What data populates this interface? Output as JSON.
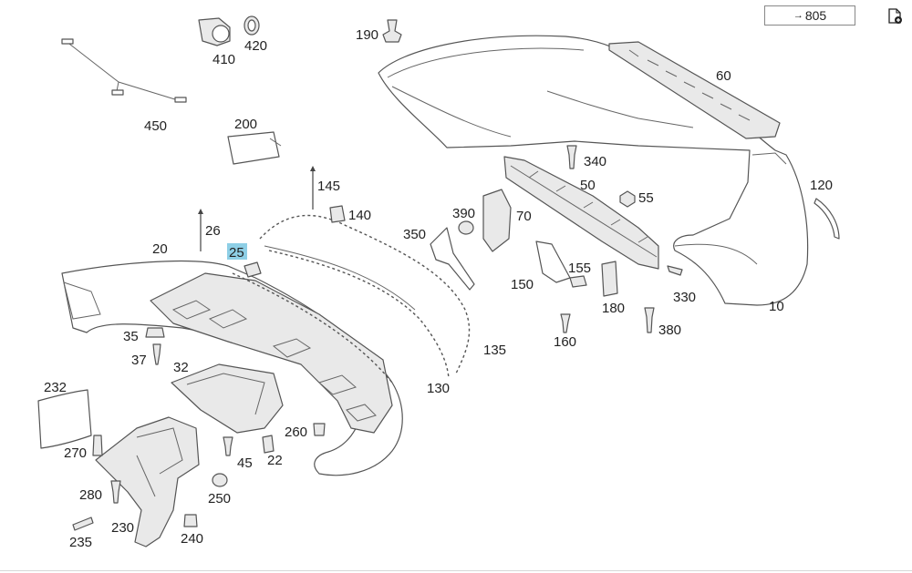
{
  "reference": {
    "arrow": "→",
    "value": "805"
  },
  "icons": {
    "add_doc": "document-add-icon"
  },
  "highlighted_label": "25",
  "labels": {
    "l10": "10",
    "l20": "20",
    "l22": "22",
    "l25": "25",
    "l26": "26",
    "l32": "32",
    "l35": "35",
    "l37": "37",
    "l45": "45",
    "l50": "50",
    "l55": "55",
    "l60": "60",
    "l70": "70",
    "l120": "120",
    "l130": "130",
    "l135": "135",
    "l140": "140",
    "l145": "145",
    "l150": "150",
    "l155": "155",
    "l160": "160",
    "l180": "180",
    "l190": "190",
    "l200": "200",
    "l230": "230",
    "l232": "232",
    "l235": "235",
    "l240": "240",
    "l250": "250",
    "l260": "260",
    "l270": "270",
    "l280": "280",
    "l330": "330",
    "l340": "340",
    "l350": "350",
    "l380": "380",
    "l390": "390",
    "l410": "410",
    "l420": "420",
    "l450": "450"
  }
}
